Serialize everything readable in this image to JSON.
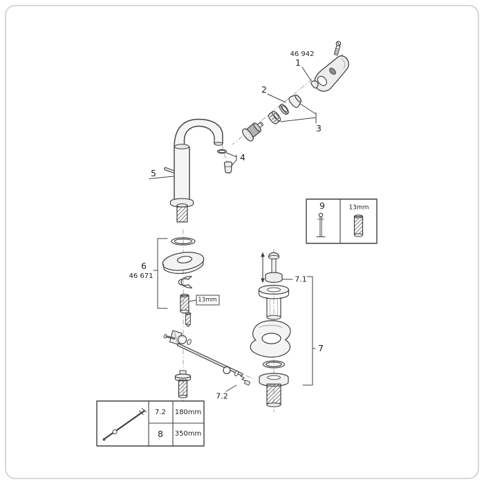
{
  "diagram": {
    "callouts": {
      "code1": "46 942",
      "n1": "1",
      "n2": "2",
      "n3": "3",
      "n4": "4",
      "n5": "5",
      "n6": "6",
      "code6": "46 671",
      "n7": "7",
      "n7_1": "7.1",
      "n7_2": "7.2",
      "n9": "9"
    },
    "dimensions": {
      "wrench_size": "13mm"
    },
    "size_table": {
      "rows": [
        {
          "part": "7.2",
          "length": "180mm"
        },
        {
          "part": "8",
          "length": "350mm"
        }
      ]
    }
  }
}
